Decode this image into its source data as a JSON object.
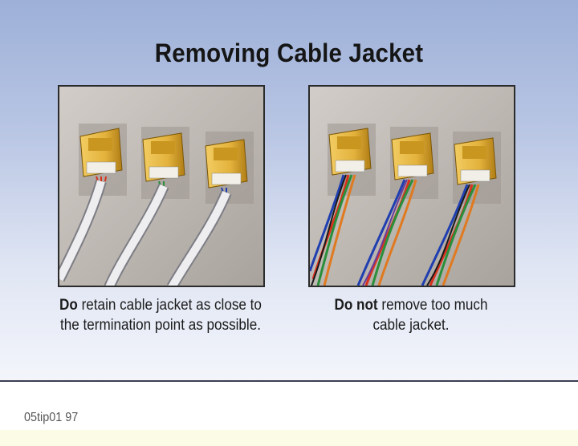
{
  "title": "Removing Cable Jacket",
  "left_caption": {
    "bold": "Do",
    "line1_rest": " retain cable jacket as close to",
    "line2": "the termination point as possible."
  },
  "right_caption": {
    "bold": "Do not",
    "line1_rest": " remove too much",
    "line2": "cable jacket."
  },
  "footer_code": "05tip01 97",
  "colors": {
    "jack": "#e3b23c",
    "jack_shadow": "#b07d15",
    "wall": "#c6c1bc",
    "cable_jacket": "#e8e8ea",
    "wire_colors": [
      "#1f3fb0",
      "#d8321e",
      "#2a8f3a",
      "#e07a20",
      "#6a3d9a"
    ]
  },
  "icons": [
    "rj45-jack-icon",
    "cable-icon",
    "twisted-pair-icon"
  ]
}
